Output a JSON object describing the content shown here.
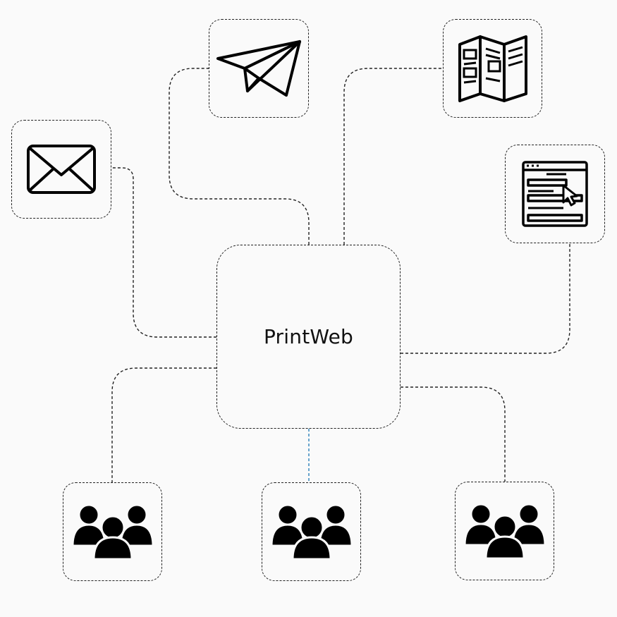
{
  "hub": {
    "label": "PrintWeb"
  },
  "nodes": [
    {
      "id": "email",
      "icon": "envelope-icon"
    },
    {
      "id": "send",
      "icon": "paper-plane-icon"
    },
    {
      "id": "brochure",
      "icon": "trifold-brochure-icon"
    },
    {
      "id": "website",
      "icon": "web-form-cursor-icon"
    },
    {
      "id": "group-left",
      "icon": "people-group-icon"
    },
    {
      "id": "group-center",
      "icon": "people-group-icon"
    },
    {
      "id": "group-right",
      "icon": "people-group-icon"
    }
  ],
  "colors": {
    "connector": "#222222",
    "highlight_connector": "#2a7fb8"
  }
}
